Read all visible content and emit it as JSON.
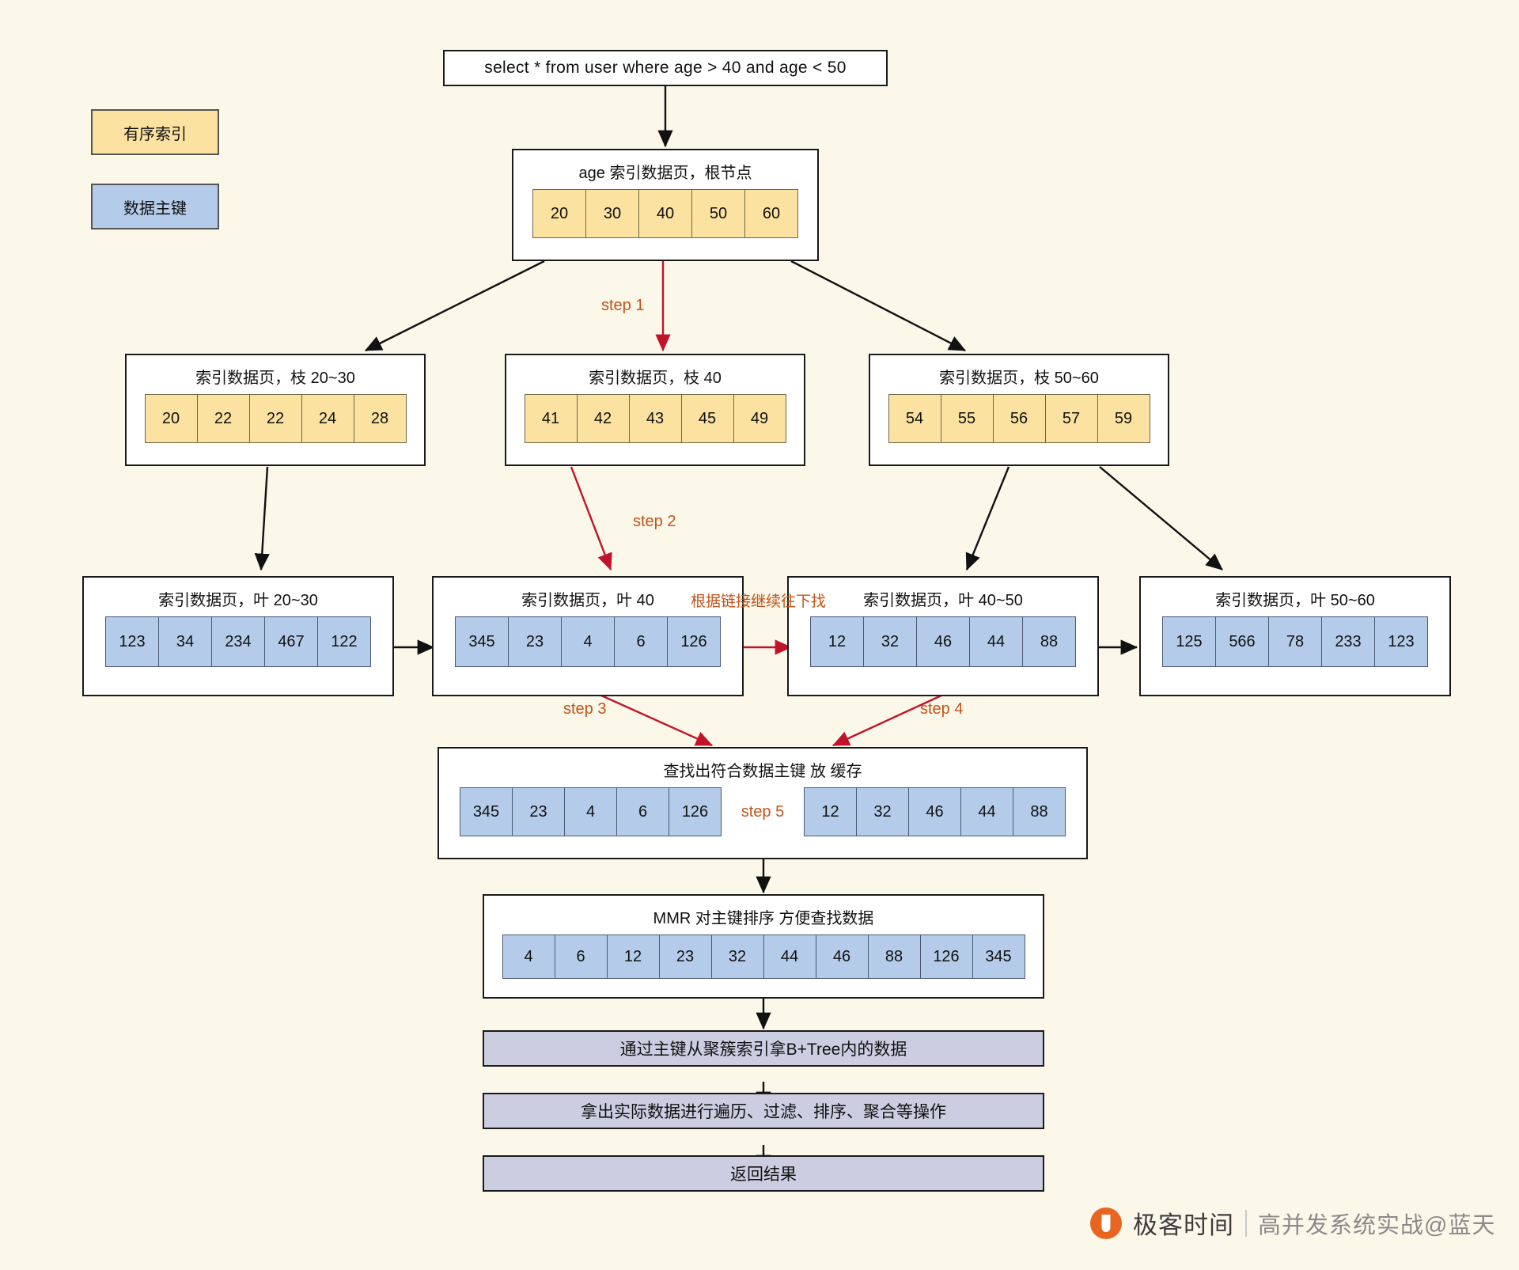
{
  "legend": {
    "items": [
      {
        "label": "有序索引",
        "color": "#fbe2a0",
        "name": "sorted-index"
      },
      {
        "label": "数据主键",
        "color": "#b4ccea",
        "name": "data-primary-key"
      }
    ]
  },
  "query": {
    "sql": "select * from user where age > 40 and age <  50"
  },
  "tree": {
    "root": {
      "title": "age 索引数据页，根节点",
      "cells": [
        "20",
        "30",
        "40",
        "50",
        "60"
      ]
    },
    "branches": [
      {
        "title": "索引数据页，枝 20~30",
        "cells": [
          "20",
          "22",
          "22",
          "24",
          "28"
        ]
      },
      {
        "title": "索引数据页，枝 40",
        "cells": [
          "41",
          "42",
          "43",
          "45",
          "49"
        ]
      },
      {
        "title": "索引数据页，枝 50~60",
        "cells": [
          "54",
          "55",
          "56",
          "57",
          "59"
        ]
      }
    ],
    "leaves": [
      {
        "title": "索引数据页，叶 20~30",
        "cells": [
          "123",
          "34",
          "234",
          "467",
          "122"
        ]
      },
      {
        "title": "索引数据页，叶 40",
        "cells": [
          "345",
          "23",
          "4",
          "6",
          "126"
        ]
      },
      {
        "title": "索引数据页，叶  40~50",
        "cells": [
          "12",
          "32",
          "46",
          "44",
          "88"
        ]
      },
      {
        "title": "索引数据页，叶  50~60",
        "cells": [
          "125",
          "566",
          "78",
          "233",
          "123"
        ]
      }
    ]
  },
  "cache": {
    "title": "查找出符合数据主键 放 缓存",
    "group_left": [
      "345",
      "23",
      "4",
      "6",
      "126"
    ],
    "step_label": "step 5",
    "group_right": [
      "12",
      "32",
      "46",
      "44",
      "88"
    ]
  },
  "mmr": {
    "title": "MMR 对主键排序 方便查找数据",
    "cells": [
      "4",
      "6",
      "12",
      "23",
      "32",
      "44",
      "46",
      "88",
      "126",
      "345"
    ]
  },
  "process": [
    {
      "label": "通过主键从聚簇索引拿B+Tree内的数据"
    },
    {
      "label": "拿出实际数据进行遍历、过滤、排序、聚合等操作"
    },
    {
      "label": "返回结果"
    }
  ],
  "steps": {
    "step1": "step 1",
    "step2": "step 2",
    "step3": "step 3",
    "step4": "step 4",
    "link_note": "根据链接继续往下找"
  },
  "footer": {
    "brand": "极客时间",
    "divider": "|",
    "subtitle": "高并发系统实战@蓝天"
  },
  "colors": {
    "background": "#fbf7e9",
    "index_yellow": "#fbe2a0",
    "pk_blue": "#b4ccea",
    "process_purple": "#cdcde2",
    "accent_orange": "#c1541a",
    "arrow_red": "#c0142b",
    "arrow_black": "#111111"
  }
}
